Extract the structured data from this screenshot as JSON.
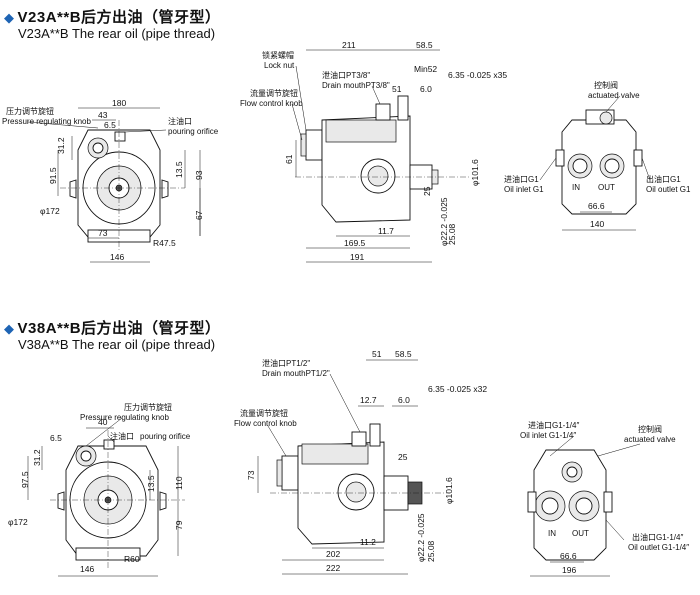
{
  "sections": [
    {
      "title": "V23A**B后方出油（管牙型）",
      "subtitle": "V23A**B The rear oil (pipe thread)",
      "front": {
        "pressure_cn": "压力调节旋钮",
        "pressure_en": "Pressure regulating knob",
        "pour_cn": "注油口",
        "pour_en": "pouring orifice",
        "dims": {
          "d180": "180",
          "d43": "43",
          "d6_5": "6.5",
          "d31_2": "31.2",
          "d91_5": "91.5",
          "d13_5": "13.5",
          "d93": "93",
          "d67": "67",
          "phi172": "φ172",
          "d73": "73",
          "r47_5": "R47.5",
          "d146": "146"
        }
      },
      "side": {
        "lock_cn": "锁紧螺帽",
        "lock_en": "Lock nut",
        "drain_cn": "泄油口PT3/8\"",
        "drain_en": "Drain mouthPT3/8\"",
        "flow_cn": "流量调节旋钮",
        "flow_en": "Flow control knob",
        "dims": {
          "d211": "211",
          "d58_5": "58.5",
          "min52": "Min52",
          "d51": "51",
          "d6_0": "6.0",
          "key": "6.35 -0.025 x35",
          "d61": "61",
          "d25": "25",
          "phi101": "φ101.6",
          "d11_7": "11.7",
          "phi22": "φ22.2 -0.025",
          "d25_08": "25.08",
          "d169_5": "169.5",
          "d191": "191"
        }
      },
      "rear": {
        "valve_cn": "控制阀",
        "valve_en": "actuated valve",
        "inlet_cn": "进油口G1",
        "inlet_en": "Oil inlet G1",
        "outlet_cn": "出油口G1",
        "outlet_en": "Oil outlet G1",
        "in": "IN",
        "out": "OUT",
        "dims": {
          "d66_6": "66.6",
          "d140": "140"
        }
      }
    },
    {
      "title": "V38A**B后方出油（管牙型）",
      "subtitle": "V38A**B The rear oil (pipe thread)",
      "front": {
        "pressure_cn": "压力调节旋钮",
        "pressure_en": "Pressure regulating knob",
        "pour_cn": "注油口",
        "pour_en": "pouring orifice",
        "dims": {
          "d40": "40",
          "d6_5": "6.5",
          "d31_2": "31.2",
          "d97_5": "97.5",
          "d13_5": "13.5",
          "d110": "110",
          "d79": "79",
          "phi172": "φ172",
          "r60": "R60",
          "d146": "146"
        }
      },
      "side": {
        "drain_cn": "泄油口PT1/2\"",
        "drain_en": "Drain mouthPT1/2\"",
        "flow_cn": "流量调节旋钮",
        "flow_en": "Flow control knob",
        "dims": {
          "d51": "51",
          "d58_5": "58.5",
          "key": "6.35 -0.025 x32",
          "d12_7": "12.7",
          "d6_0": "6.0",
          "d25": "25",
          "d73": "73",
          "phi101": "φ101.6",
          "d11_2": "11.2",
          "phi22": "φ22.2 -0.025",
          "d25_08": "25.08",
          "d202": "202",
          "d222": "222"
        }
      },
      "rear": {
        "inlet_cn": "进油口G1-1/4″",
        "inlet_en": "Oil inlet G1-1/4″",
        "valve_cn": "控制阀",
        "valve_en": "actuated valve",
        "outlet_cn": "出油口G1-1/4″",
        "outlet_en": "Oil outlet G1-1/4″",
        "in": "IN",
        "out": "OUT",
        "dims": {
          "d66_6": "66.6",
          "d196": "196"
        }
      }
    }
  ]
}
